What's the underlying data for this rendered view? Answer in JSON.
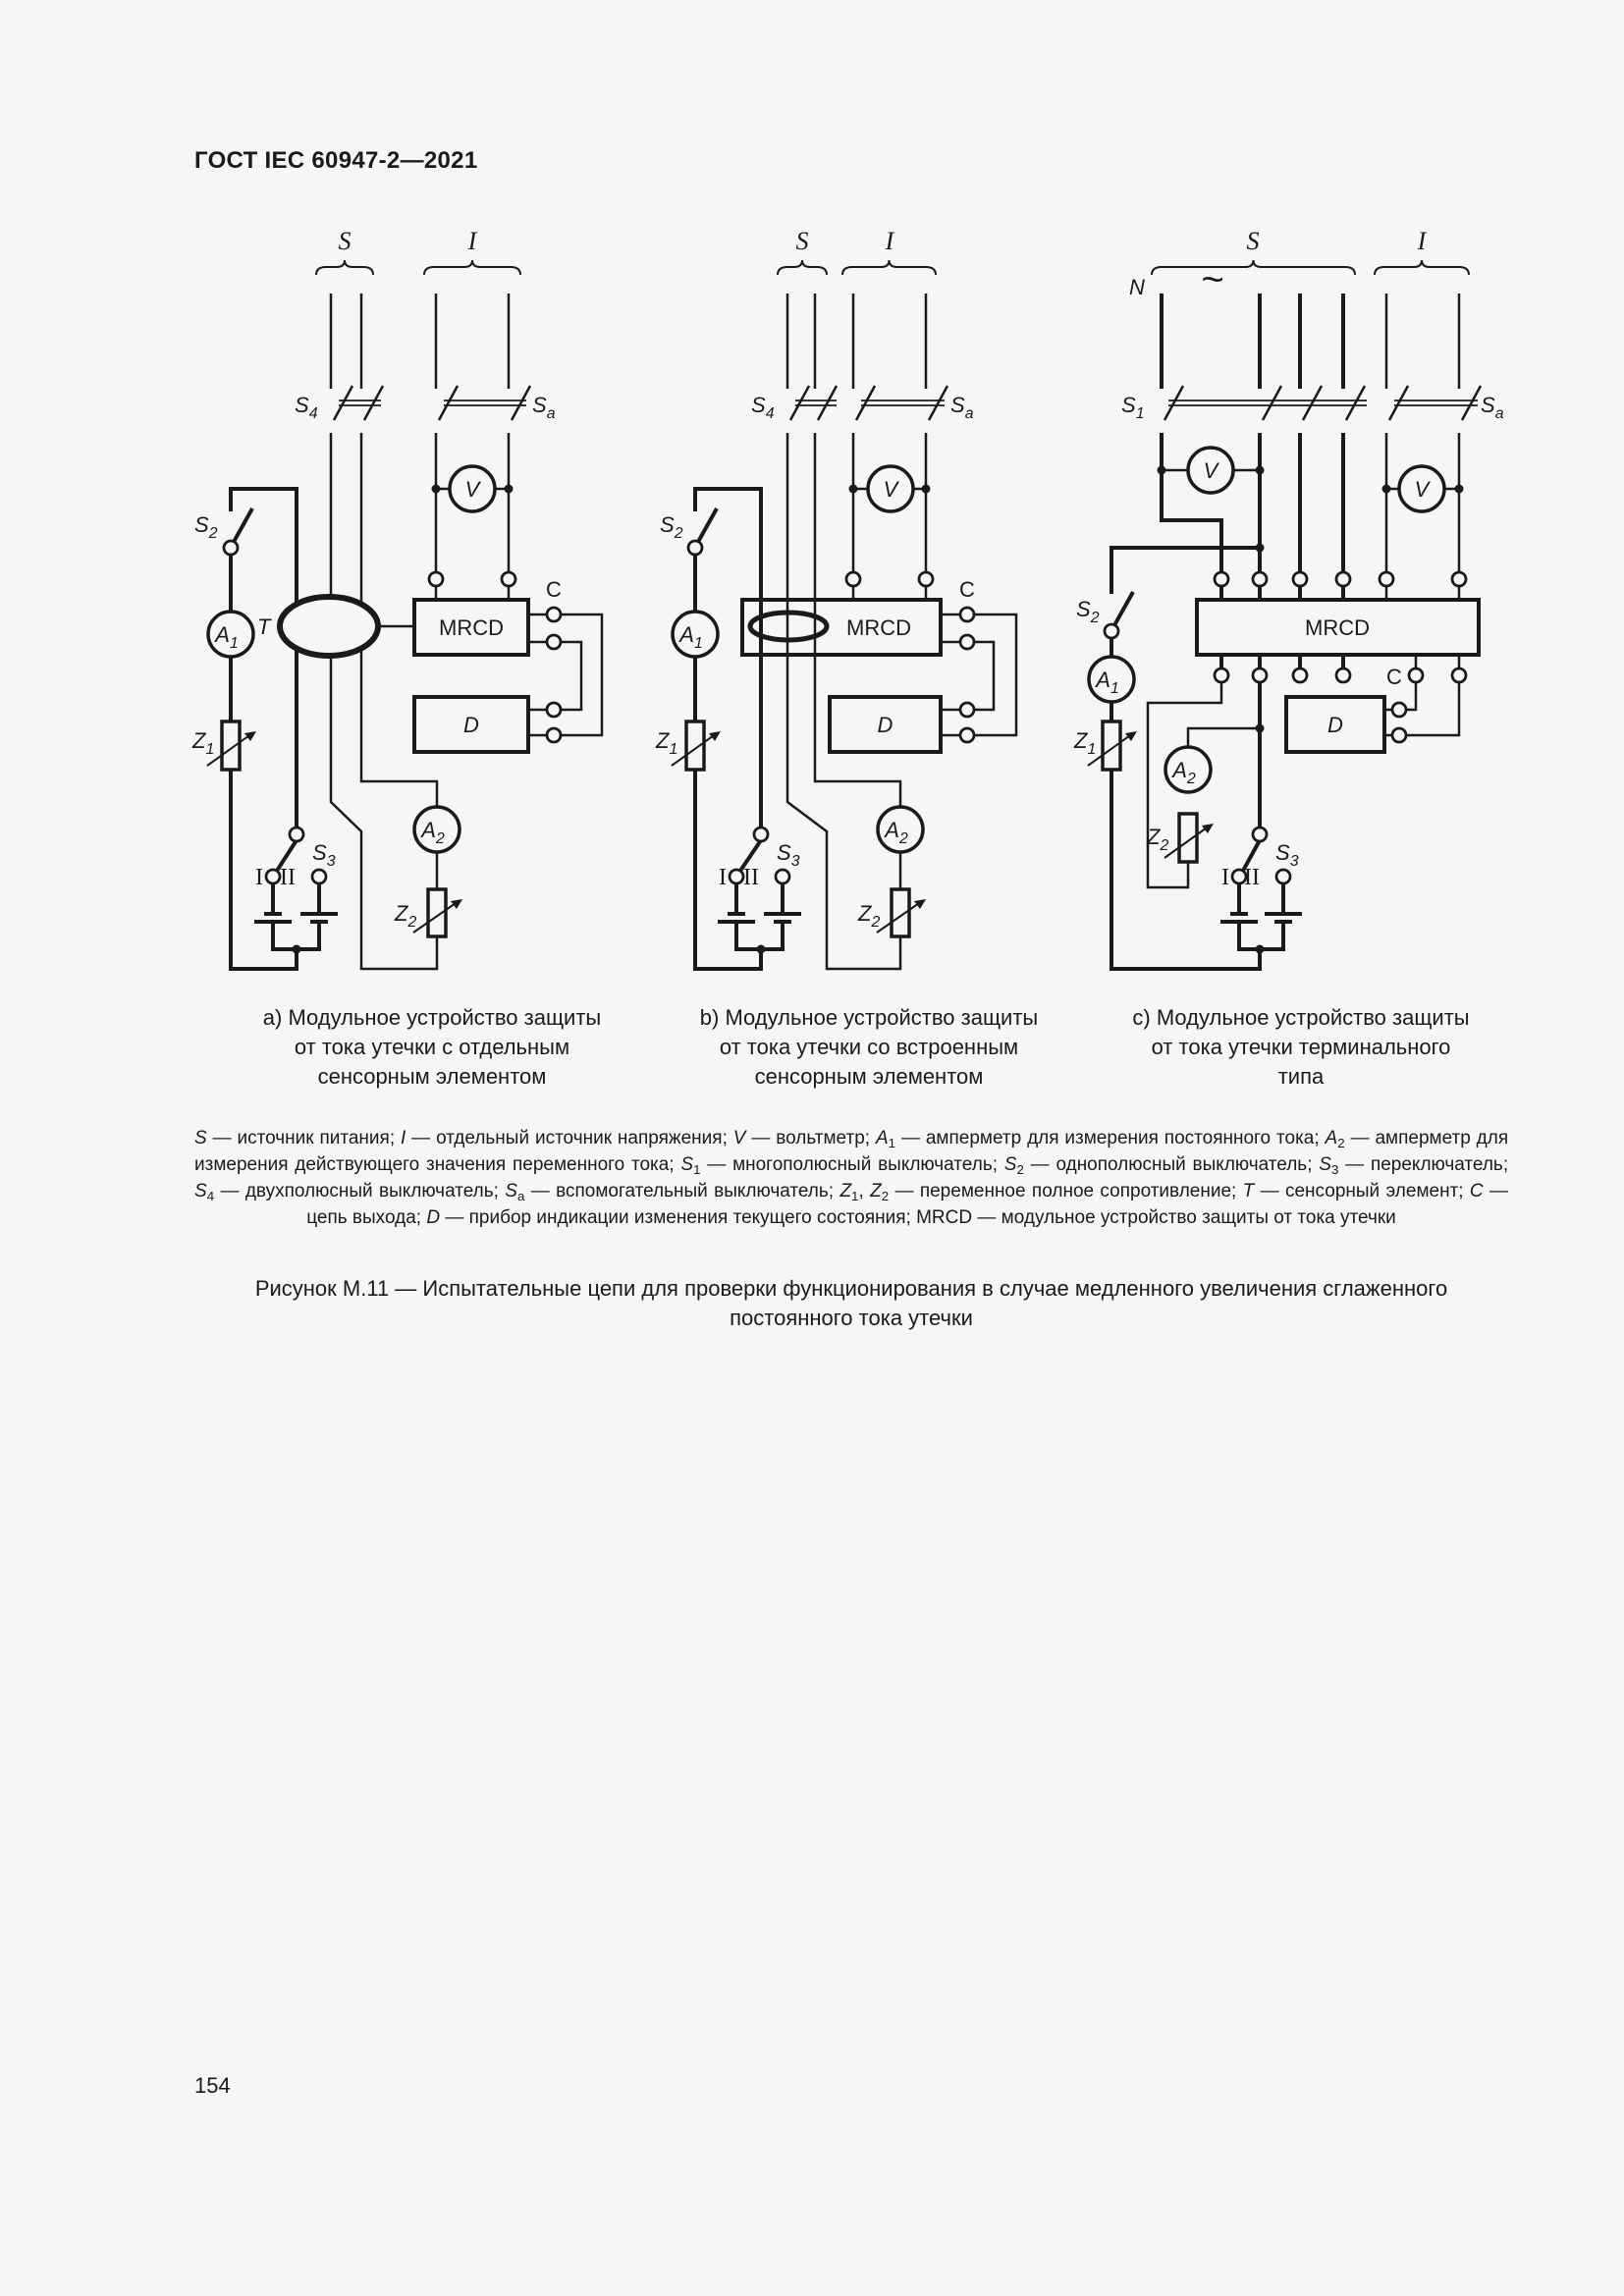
{
  "header": {
    "title": "ГОСТ IEC 60947-2—2021"
  },
  "symbols": {
    "S": "S",
    "I": "I",
    "V": "V",
    "A": "A",
    "Z": "Z",
    "T": "T",
    "C": "C",
    "D": "D",
    "N": "N",
    "MRCD": "MRCD",
    "tilde": "~",
    "pos1": "I",
    "pos2": "II",
    "sub": {
      "1": "1",
      "2": "2",
      "3": "3",
      "4": "4",
      "a": "a"
    }
  },
  "captions": [
    {
      "lines": [
        "a) Модульное устройство защиты",
        "от тока утечки с отдельным",
        "сенсорным элементом"
      ]
    },
    {
      "lines": [
        "b) Модульное устройство защиты",
        "от тока утечки со встроенным",
        "сенсорным элементом"
      ]
    },
    {
      "lines": [
        "c) Модульное устройство защиты",
        "от тока утечки терминального",
        "типа"
      ]
    }
  ],
  "legend": {
    "items": [
      {
        "syms": [
          {
            "s": "S",
            "sub": ""
          }
        ],
        "desc": "источник питания"
      },
      {
        "syms": [
          {
            "s": "I",
            "sub": ""
          }
        ],
        "desc": "отдельный источник напряжения"
      },
      {
        "syms": [
          {
            "s": "V",
            "sub": ""
          }
        ],
        "desc": "вольтметр"
      },
      {
        "syms": [
          {
            "s": "A",
            "sub": "1"
          }
        ],
        "desc": "амперметр для измерения постоянного тока"
      },
      {
        "syms": [
          {
            "s": "A",
            "sub": "2"
          }
        ],
        "desc": "амперметр для измерения действующего значения переменного тока"
      },
      {
        "syms": [
          {
            "s": "S",
            "sub": "1"
          }
        ],
        "desc": "многополюсный выключатель"
      },
      {
        "syms": [
          {
            "s": "S",
            "sub": "2"
          }
        ],
        "desc": "однополюсный выключатель"
      },
      {
        "syms": [
          {
            "s": "S",
            "sub": "3"
          }
        ],
        "desc": "переключатель"
      },
      {
        "syms": [
          {
            "s": "S",
            "sub": "4"
          }
        ],
        "desc": "двухполюсный выключатель"
      },
      {
        "syms": [
          {
            "s": "S",
            "sub": "a"
          }
        ],
        "desc": "вспомогательный выключатель"
      },
      {
        "syms": [
          {
            "s": "Z",
            "sub": "1"
          },
          {
            "s": "Z",
            "sub": "2"
          }
        ],
        "desc": "переменное полное сопротивление"
      },
      {
        "syms": [
          {
            "s": "T",
            "sub": ""
          }
        ],
        "desc": "сенсорный элемент"
      },
      {
        "syms": [
          {
            "s": "C",
            "sub": ""
          }
        ],
        "desc": "цепь выхода"
      },
      {
        "syms": [
          {
            "s": "D",
            "sub": ""
          }
        ],
        "desc": "прибор индикации изменения текущего состояния"
      },
      {
        "syms": [
          {
            "s": "MRCD",
            "sub": "",
            "plain": true
          }
        ],
        "desc": "модульное устройство защиты от тока утечки"
      }
    ],
    "dash": "—"
  },
  "figure_caption": "Рисунок М.11 — Испытательные цепи для проверки функционирования в случае медленного увеличения сглаженного постоянного тока утечки",
  "page_number": "154"
}
